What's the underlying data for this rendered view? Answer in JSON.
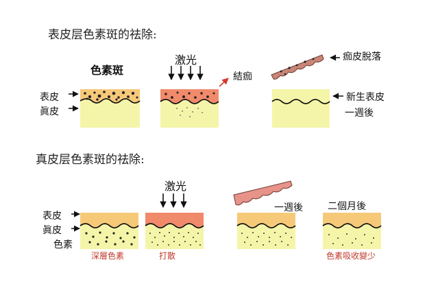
{
  "section1": {
    "heading": "表皮层色素斑的祛除:",
    "pigment_title": "色素斑",
    "label_epidermis": "表皮",
    "label_dermis": "眞皮",
    "laser_label": "激光",
    "scab_label": "結痂",
    "scab_fall_label": "痂皮脫落",
    "new_skin_label": "新生表皮",
    "week_label": "一週後"
  },
  "section2": {
    "heading": "真皮层色素斑的祛除:",
    "laser_label": "激光",
    "label_epidermis": "表皮",
    "label_dermis": "眞皮",
    "label_pigment": "色素",
    "week_label": "一週後",
    "two_month_label": "二個月後",
    "caption_deep": "深層色素",
    "caption_scatter": "打散",
    "caption_reduce": "色素吸收變少"
  },
  "colors": {
    "epidermis": "#f6c979",
    "dermis": "#f4f5a8",
    "laser_layer": "#f08a6a",
    "scab": "#c98677",
    "arrow_red": "#d9382c",
    "pigment": "#222222"
  }
}
